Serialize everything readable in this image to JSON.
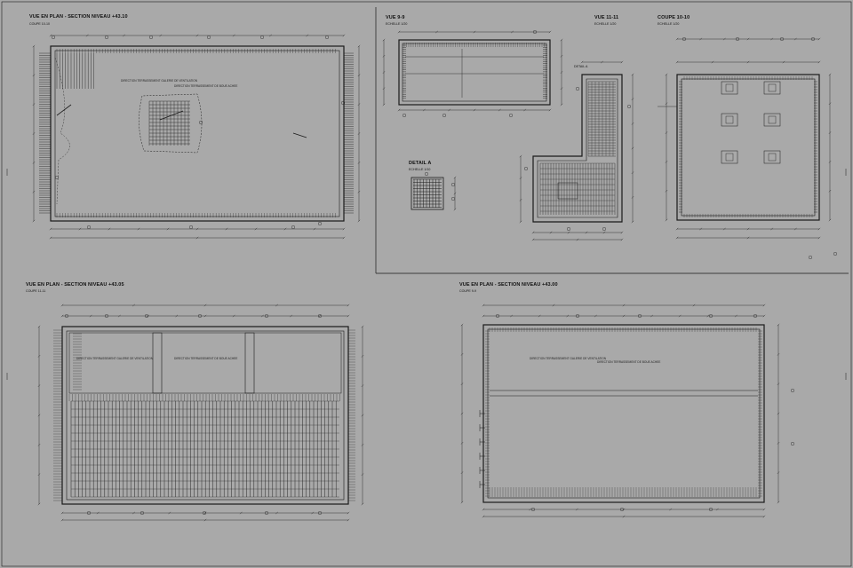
{
  "sheet": {
    "background": "#a9a9a9",
    "line_color": "#1a1a1a"
  },
  "views": {
    "plan_4310": {
      "title": "VUE EN PLAN - SECTION NIVEAU +43.10",
      "scale": "COUPE 10-10"
    },
    "plan_4305": {
      "title": "VUE EN PLAN - SECTION NIVEAU +43.05",
      "scale": "COUPE 11-11"
    },
    "plan_4300": {
      "title": "VUE EN PLAN - SECTION NIVEAU +43.00",
      "scale": "COUPE 9-9"
    },
    "vue_99": {
      "title": "VUE 9-9",
      "scale": "ECHELLE 1/20"
    },
    "vue_1111": {
      "title": "VUE 11-11",
      "scale": "ECHELLE 1/20"
    },
    "coupe_1010": {
      "title": "COUPE 10-10",
      "scale": "ECHELLE 1/20"
    },
    "detail_a": {
      "title": "DETAIL A",
      "scale": "ECHELLE 1/10"
    },
    "detail_a_marker": "DETAIL A"
  },
  "notes": {
    "dir1": "DIRECTION TERRASSEMENT GALERIE DE VENTILATION",
    "dir2": "DIRECTION TERRASSEMENT DE BOUE ACHEE",
    "dir3": "DIRECTION TERRASSEMENT GALERIE DE VENTILATION",
    "dir4": "DIRECTION TERRASSEMENT DE BOUE ACHEE",
    "dir5": "DIRECTION TERRASSEMENT GALERIE DE VENTILATION",
    "dir6": "DIRECTION TERRASSEMENT DE BOUE ACHEE"
  }
}
